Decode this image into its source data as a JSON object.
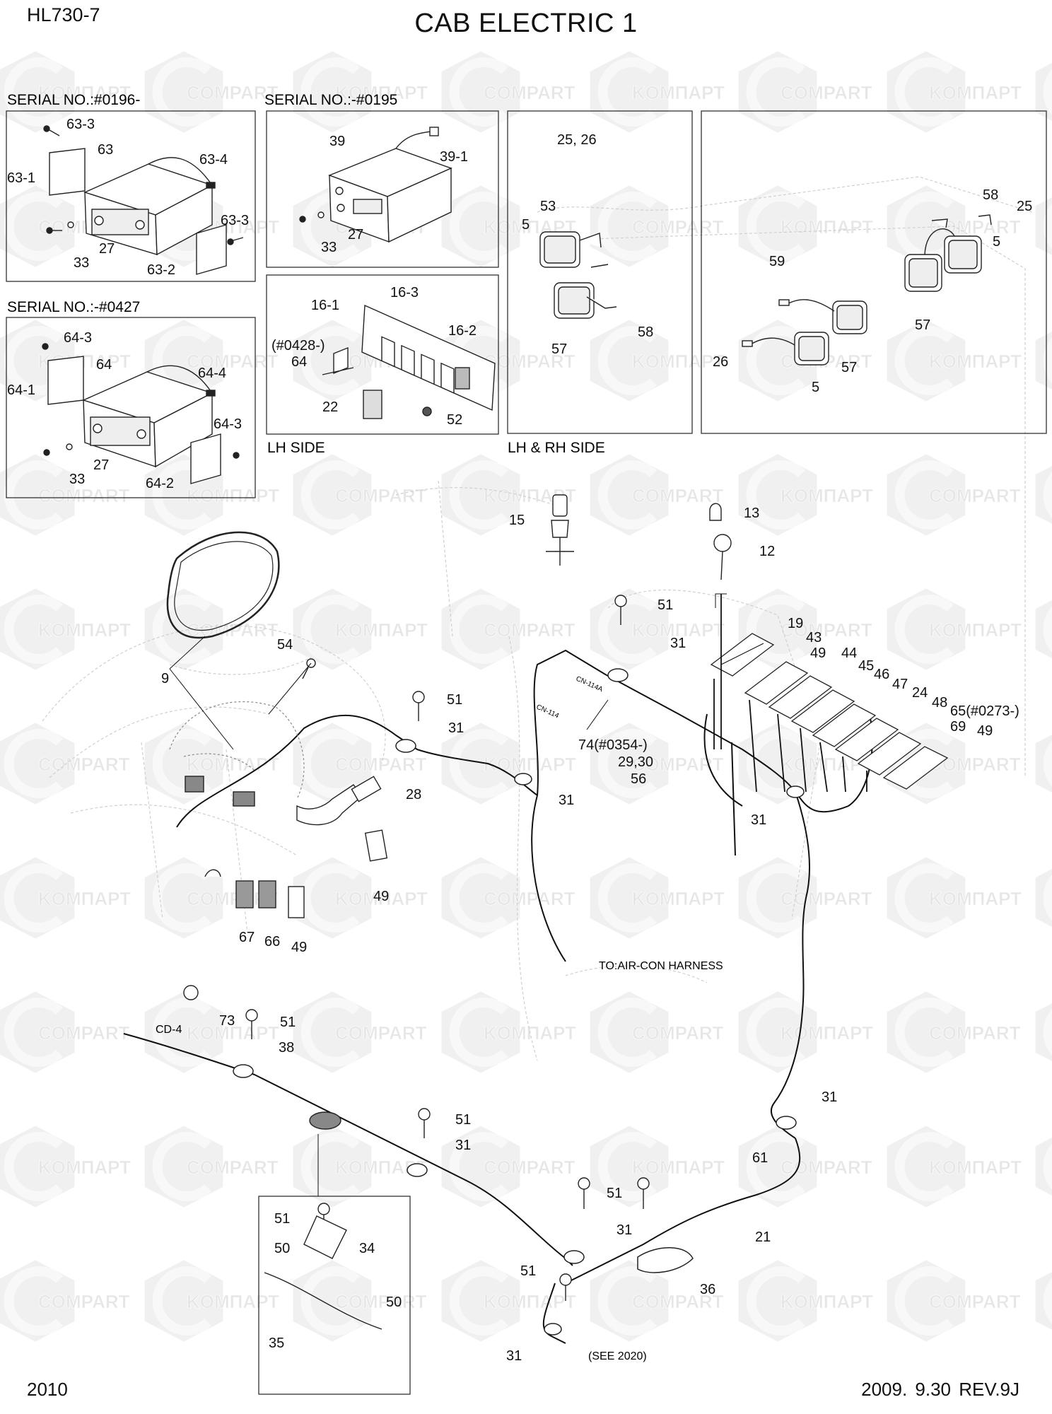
{
  "header": {
    "model": "HL730-7",
    "title": "CAB ELECTRIC 1"
  },
  "footer": {
    "page_number": "2010",
    "revision": "2009. 9.30  REV.9J"
  },
  "watermark": {
    "text_latin": "COMPART",
    "text_cyrillic": "KOMПАРТ"
  },
  "panels": {
    "serial_0196": "SERIAL NO.:#0196-",
    "serial_0195": "SERIAL NO.:-#0195",
    "serial_0427": "SERIAL NO.:-#0427",
    "lh_side": "LH SIDE",
    "lh_rh_side": "LH & RH SIDE"
  },
  "notes": {
    "to_aircon": "TO:AIR-CON HARNESS",
    "see_2020": "(SEE 2020)",
    "cd4": "CD-4",
    "cn114a": "CN-114A",
    "cn114": "CN-114"
  },
  "callouts": {
    "p63_3a": "63-3",
    "p63": "63",
    "p63_4": "63-4",
    "p63_1": "63-1",
    "p63_3b": "63-3",
    "p27a": "27",
    "p33a": "33",
    "p63_2": "63-2",
    "p39": "39",
    "p39_1": "39-1",
    "p33b": "33",
    "p27b": "27",
    "p25_26": "25, 26",
    "p53": "53",
    "p5a": "5",
    "p57a": "57",
    "p58a": "58",
    "p58b": "58",
    "p25": "25",
    "p5b": "5",
    "p59": "59",
    "p57b": "57",
    "p57c": "57",
    "p26": "26",
    "p5c": "5",
    "p64_3a": "64-3",
    "p64": "64",
    "p64_4": "64-4",
    "p64_1": "64-1",
    "p64_3b": "64-3",
    "p27c": "27",
    "p33c": "33",
    "p64_2": "64-2",
    "p16_1": "16-1",
    "p16_3": "16-3",
    "p16_2": "16-2",
    "p0428": "(#0428-)",
    "p64b": "64",
    "p22": "22",
    "p52": "52",
    "p15": "15",
    "p13": "13",
    "p12": "12",
    "p51a": "51",
    "p31a": "31",
    "p19": "19",
    "p43": "43",
    "p49a": "49",
    "p44": "44",
    "p45": "45",
    "p46": "46",
    "p47": "47",
    "p24": "24",
    "p48": "48",
    "p65": "65(#0273-)",
    "p69": "69",
    "p49b": "49",
    "p9": "9",
    "p54": "54",
    "p51b": "51",
    "p31b": "31",
    "p74": "74(#0354-)",
    "p29_30": "29,30",
    "p56": "56",
    "p31c": "31",
    "p31d": "31",
    "p28": "28",
    "p49c": "49",
    "p67": "67",
    "p66": "66",
    "p49d": "49",
    "p73": "73",
    "p51c": "51",
    "p38": "38",
    "p31e": "31",
    "p51d": "51",
    "p31f": "31",
    "p61": "61",
    "p51e": "51",
    "p31g": "31",
    "p21": "21",
    "p36": "36",
    "p51f": "51",
    "p31h": "31",
    "p51g": "51",
    "p50a": "50",
    "p34": "34",
    "p50b": "50",
    "p35": "35"
  }
}
